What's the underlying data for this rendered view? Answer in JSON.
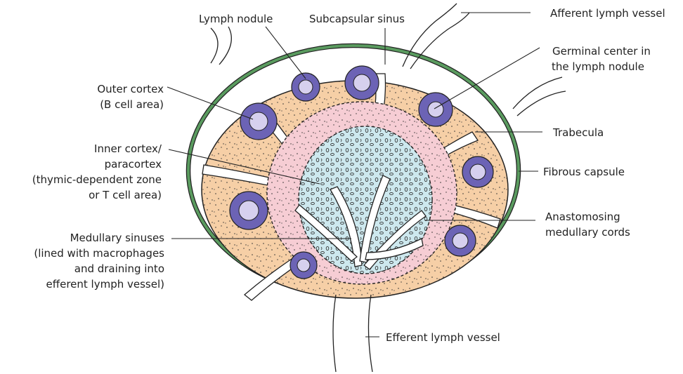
{
  "colors": {
    "capsule": "#5a9b5f",
    "cortex": "#f6cfa6",
    "paracortex": "#f6cdd4",
    "medulla": "#cde8ee",
    "nodule": "#6c63b5",
    "nodule_light": "#d6d0ee",
    "trabecula": "#98cf98",
    "outline": "#222222"
  },
  "labels": {
    "lymph_nodule": "Lymph nodule",
    "subcapsular_sinus": "Subcapsular sinus",
    "afferent_lymph_vessel": "Afferent lymph vessel",
    "germinal_center": [
      "Germinal center in",
      "the lymph nodule"
    ],
    "outer_cortex": [
      "Outer cortex",
      "(B cell area)"
    ],
    "trabecula": "Trabecula",
    "inner_cortex": [
      "Inner cortex/",
      "paracortex",
      "(thymic-dependent zone",
      "or T cell area)"
    ],
    "fibrous_capsule": "Fibrous capsule",
    "anastomosing_cords": [
      "Anastomosing",
      "medullary cords"
    ],
    "medullary_sinuses": [
      "Medullary sinuses",
      "(lined with macrophages",
      "and draining into",
      "efferent lymph vessel)"
    ],
    "efferent_lymph_vessel": "Efferent lymph vessel"
  }
}
